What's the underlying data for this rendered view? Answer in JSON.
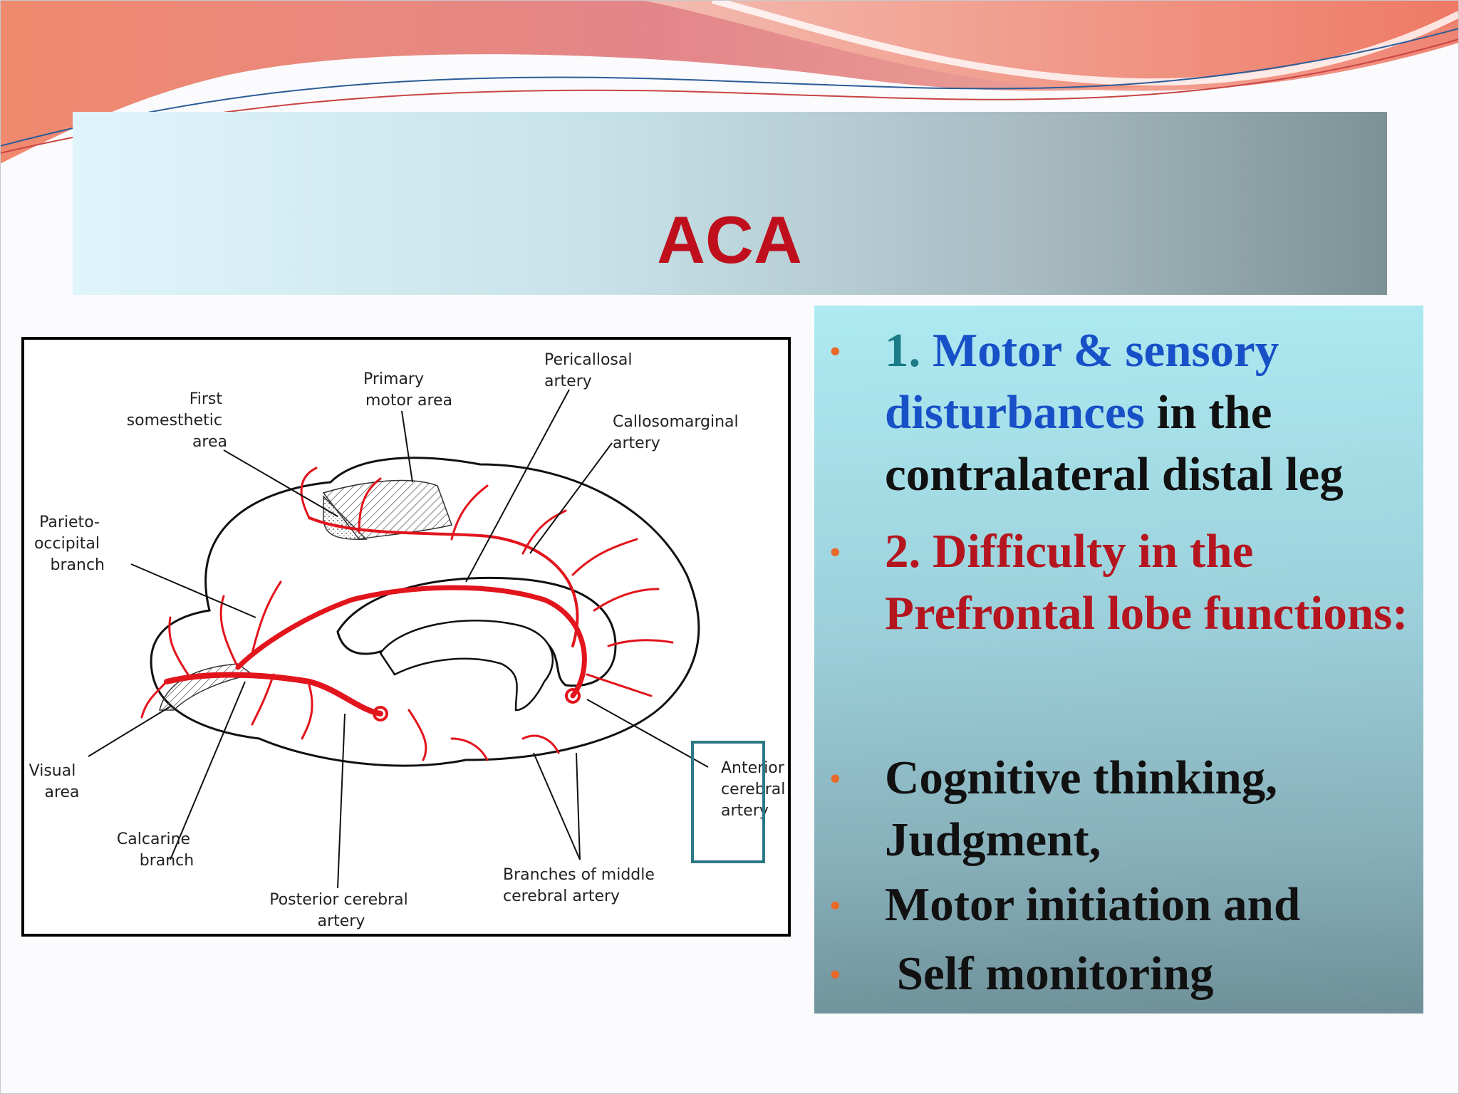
{
  "slide": {
    "title": "ACA"
  },
  "diagram": {
    "labels": {
      "first_somesthetic": [
        "First",
        "somesthetic",
        "area"
      ],
      "primary_motor": [
        "Primary",
        "motor area"
      ],
      "pericallosal": [
        "Pericallosal",
        "artery"
      ],
      "callosomarginal": [
        "Callosomarginal",
        "artery"
      ],
      "parieto_occipital": [
        "Parieto-",
        "occipital",
        "branch"
      ],
      "visual_area": [
        "Visual",
        "area"
      ],
      "calcarine": [
        "Calcarine",
        "branch"
      ],
      "posterior_cerebral": [
        "Posterior cerebral",
        "artery"
      ],
      "branches_mca": [
        "Branches of middle",
        "cerebral artery"
      ],
      "anterior_cerebral": [
        "Anterior",
        "cerebral",
        "artery"
      ]
    },
    "colors": {
      "artery": "#e2141c",
      "outline": "#111111",
      "highlight_box": "#2d7a86"
    }
  },
  "bullets": [
    {
      "parts": [
        {
          "text": "1. ",
          "color": "teal"
        },
        {
          "text": "Motor & sensory disturbances",
          "color": "blue"
        },
        {
          "text": " in the contralateral distal leg",
          "color": "black"
        }
      ]
    },
    {
      "parts": [
        {
          "text": "2. Difficulty in the Prefrontal lobe functions:",
          "color": "red"
        }
      ]
    },
    {
      "parts": [
        {
          "text": "Cognitive thinking, Judgment,",
          "color": "black"
        }
      ]
    },
    {
      "parts": [
        {
          "text": "Motor initiation and",
          "color": "black"
        }
      ]
    },
    {
      "parts": [
        {
          "text": " Self monitoring",
          "color": "black"
        }
      ]
    }
  ],
  "bullet_glyph": "•",
  "colors": {
    "title": "#c00f1c",
    "bullet_dot": "#e8692a",
    "teal": "#1b7b86",
    "blue": "#1750c7",
    "black": "#111111",
    "red": "#b4151f"
  }
}
